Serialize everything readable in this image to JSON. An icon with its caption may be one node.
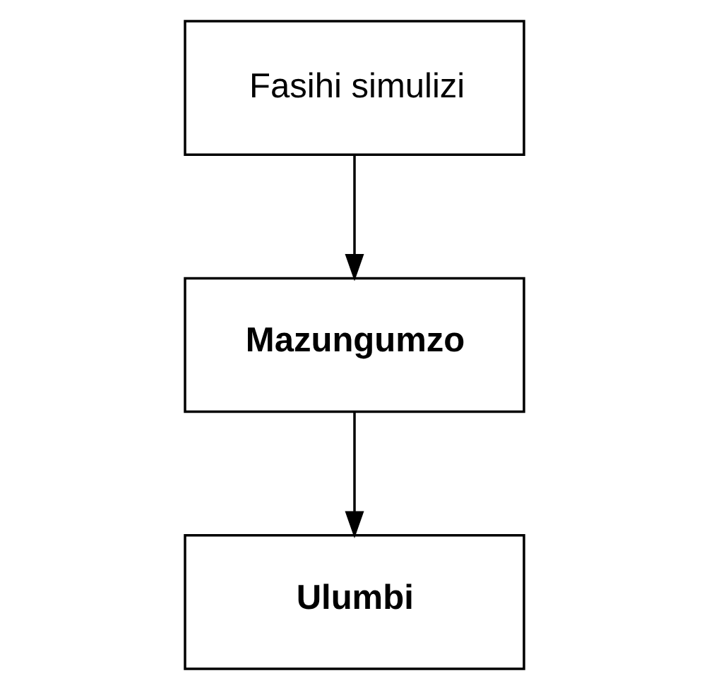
{
  "diagram": {
    "nodes": [
      {
        "text": [
          "Fasihi simulizi"
        ]
      },
      {
        "text": [
          "Mazungumzo"
        ]
      },
      {
        "text": [
          "Ulumbi"
        ]
      }
    ],
    "edges": [
      {
        "from": 0,
        "to": 1,
        "arrow": "to"
      },
      {
        "from": 1,
        "to": 2,
        "arrow": "to"
      }
    ]
  }
}
